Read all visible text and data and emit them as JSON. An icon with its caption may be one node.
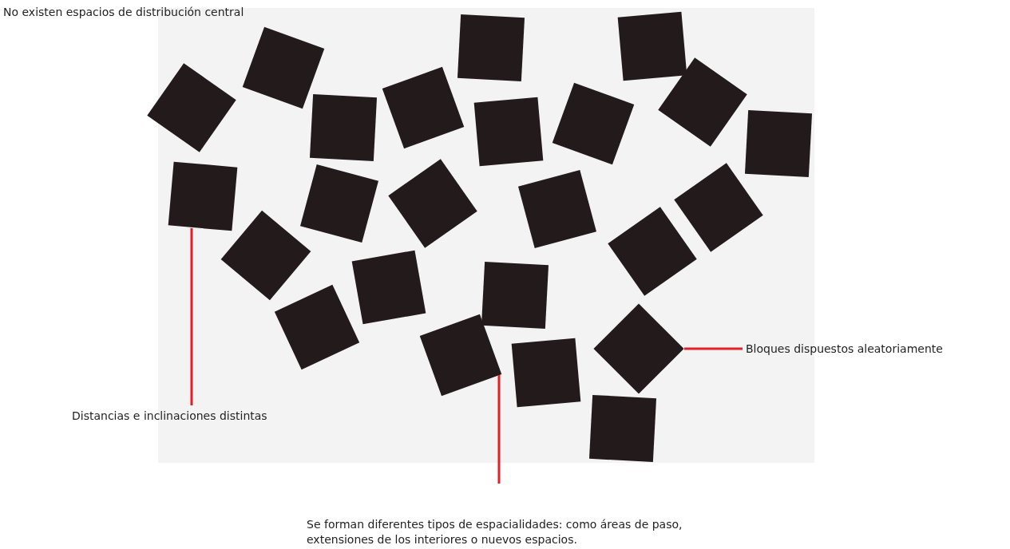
{
  "diagram": {
    "nodes": [
      {
        "text": [
          "Distancias e inclinaciones distintas"
        ]
      },
      {
        "text": [],
        "shape": "box"
      },
      {
        "text": [
          "Se forman diferentes tipos de espacialidades: como áreas de paso, extensiones de los interiores o nuevos espacios."
        ]
      },
      {
        "text": [
          "Bloques dispuestos aleatoriamente"
        ]
      },
      {
        "text": [],
        "shape": "box"
      }
    ],
    "edges": [
      {
        "from": 0,
        "to": 1,
        "arrow": "none"
      },
      {
        "from": 2,
        "to": null,
        "arrow": "none"
      },
      {
        "from": 3,
        "to": 4,
        "arrow": "none"
      }
    ],
    "labels": [
      "No existen espacios de distribución central"
    ]
  }
}
